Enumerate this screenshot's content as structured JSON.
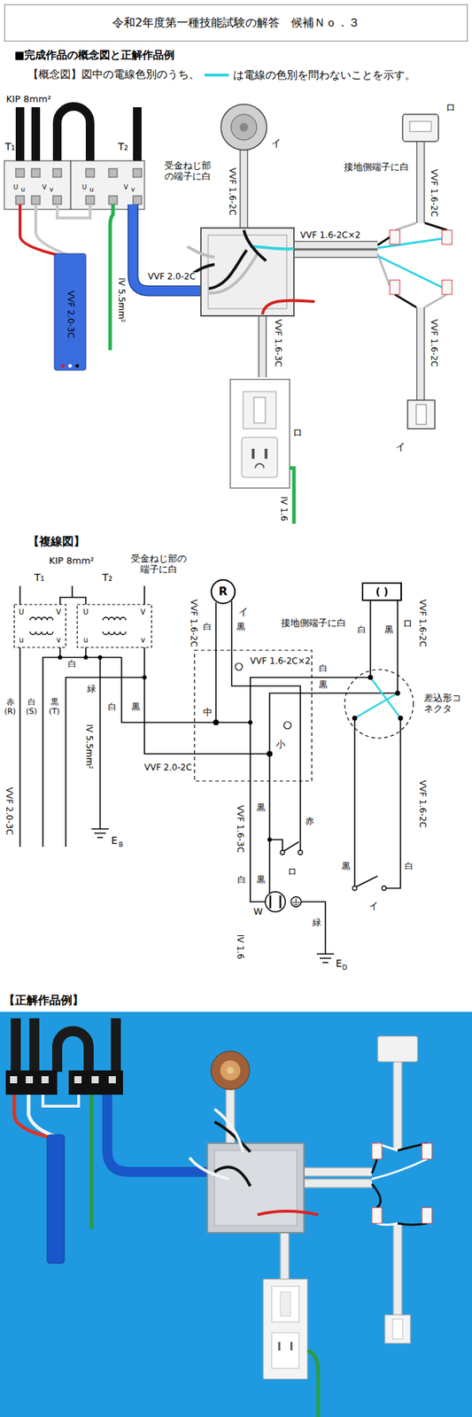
{
  "diagram": {
    "title": "令和2年度第一種技能試験の解答　候補Ｎｏ．３",
    "nodes": [
      {
        "text": [
          "R"
        ]
      },
      {
        "text": [
          "( )"
        ]
      }
    ],
    "labels": [
      "■完成作品の概念図と正解作品例",
      "【概念図】図中の電線色別のうち、",
      "KIP 8mm²",
      "T₁",
      "T₂",
      "U",
      "u",
      "V",
      "v",
      "U",
      "u",
      "V",
      "v",
      "VVF 2.0-3C",
      "IV 5.5mm²",
      "VVF 2.0-2C",
      "イ",
      "受金ねじ部の端子に白",
      "VVF 1.6-2C",
      "ロ",
      "接地側端子に白",
      "VVF 1.6-2C",
      "VVF 1.6-2C×2",
      "VVF 1.6-2C",
      "イ",
      "VVF 1.6-3C",
      "ロ",
      "IV 1.6",
      "【複線図】",
      "KIP 8mm²",
      "受金ねじ部の端子に白",
      "イ",
      "接地側端子に白",
      "ロ",
      "T₁",
      "T₂",
      "U",
      "V",
      "U",
      "V",
      "u",
      "v",
      "u",
      "v",
      "白",
      "VVF 1.6-2C",
      "白",
      "黒",
      "VVF 1.6-2C×2",
      "白",
      "黒",
      "差込形コネクタ",
      "白",
      "黒",
      "VVF 1.6-2C",
      "赤 (R)",
      "白 (S)",
      "黒 (T)",
      "緑",
      "IV 5.5mm²",
      "白",
      "黒",
      "中",
      "小",
      "VVF 2.0-2C",
      "VVF 2.0-3C",
      "E",
      "B",
      "VVF 1.6-3C",
      "黒",
      "赤",
      "VVF 1.6-2C",
      "黒",
      "白",
      "ロ",
      "白",
      "黒",
      "W",
      "緑",
      "イ",
      "IV 1.6",
      "E",
      "D",
      "【正解作品例】"
    ],
    "legend": [
      {
        "text": "は電線の色別を問わないことを示す。"
      }
    ]
  }
}
